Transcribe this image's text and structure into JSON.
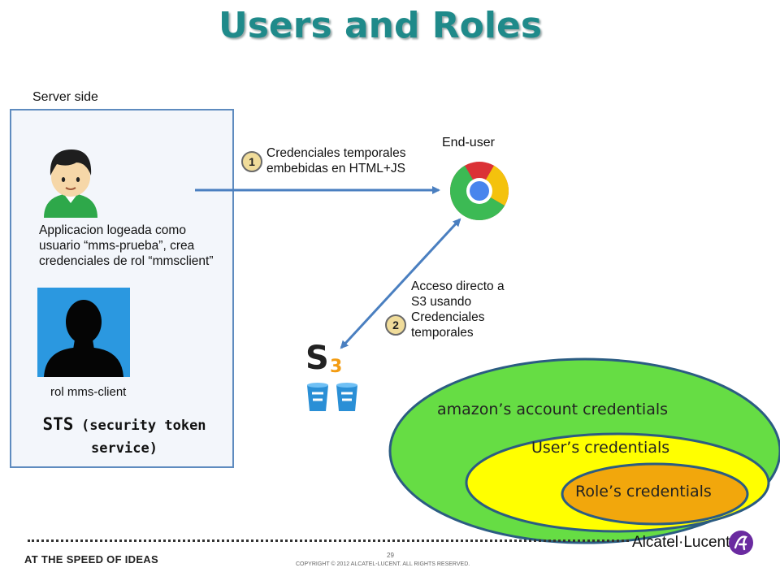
{
  "slide": {
    "title": "Users and Roles"
  },
  "server": {
    "label": "Server side",
    "app_text": "Applicacion logeada como\nusuario “mms-prueba”, crea\ncredenciales de rol “mmsclient”",
    "role_label": "rol mms-client",
    "sts_main": "STS",
    "sts_sub": "(security token",
    "sts_sub2": "service)"
  },
  "flow": {
    "step1_number": "1",
    "step1_text": "Credenciales temporales\nembebidas en HTML+JS",
    "step2_number": "2",
    "step2_text": "Acceso directo a\nS3 usando\nCredenciales\ntemporales",
    "enduser_label": "End-user"
  },
  "icons": {
    "user": "user-avatar-icon",
    "role": "silhouette-icon",
    "browser": "browser-icon",
    "storage": "s3-bucket-icon",
    "brand": "alcatel-lucent-logo"
  },
  "credentials": {
    "amazon": "amazon’s account credentials",
    "user": "User’s credentials",
    "role": "Role’s credentials",
    "colors": {
      "amazon": "#66dd44",
      "user": "#ffff00",
      "role": "#f2a70c",
      "border": "#2b5c82"
    }
  },
  "footer": {
    "tagline": "AT THE SPEED OF IDEAS",
    "page_number": "29",
    "copyright": "COPYRIGHT © 2012 ALCATEL-LUCENT.  ALL RIGHTS RESERVED.",
    "brand": "Alcatel·Lucent"
  },
  "colors": {
    "title": "#1f8a8a",
    "arrow": "#4a7fc0",
    "server_border": "#5e8bbf"
  }
}
